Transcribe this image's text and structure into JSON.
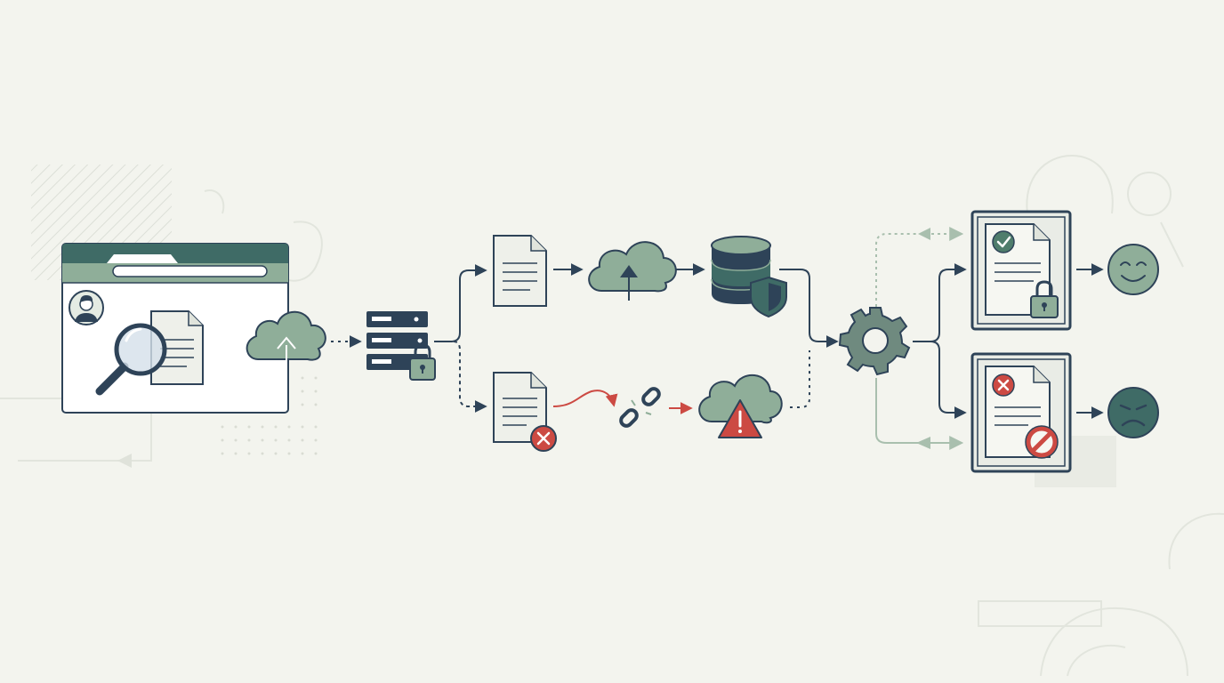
{
  "diagram": {
    "kind": "upload-pipeline-flow",
    "text_labels": [],
    "nodes": [
      {
        "id": "browser-search",
        "icon": "browser-window-with-user-magnifier-document"
      },
      {
        "id": "upload-1",
        "icon": "cloud-upload-icon"
      },
      {
        "id": "secure-server",
        "icon": "server-lock-icon"
      },
      {
        "id": "doc-ok",
        "icon": "document-icon"
      },
      {
        "id": "cloud-upload-2",
        "icon": "cloud-upload-icon"
      },
      {
        "id": "secure-db",
        "icon": "database-shield-icon"
      },
      {
        "id": "doc-error",
        "icon": "document-error-icon"
      },
      {
        "id": "broken-link",
        "icon": "broken-link-icon"
      },
      {
        "id": "cloud-warning",
        "icon": "cloud-warning-icon"
      },
      {
        "id": "processor",
        "icon": "gear-icon"
      },
      {
        "id": "approved-doc",
        "icon": "document-check-lock-icon"
      },
      {
        "id": "rejected-doc",
        "icon": "document-x-blocked-icon"
      },
      {
        "id": "happy-outcome",
        "icon": "smiley-happy-icon"
      },
      {
        "id": "sad-outcome",
        "icon": "smiley-sad-icon"
      }
    ],
    "edges": [
      {
        "from": "browser-search",
        "to": "upload-1",
        "style": "dotted"
      },
      {
        "from": "upload-1",
        "to": "secure-server",
        "style": "dotted"
      },
      {
        "from": "secure-server",
        "to": "doc-ok",
        "style": "solid"
      },
      {
        "from": "secure-server",
        "to": "doc-error",
        "style": "dashed"
      },
      {
        "from": "doc-ok",
        "to": "cloud-upload-2",
        "style": "solid"
      },
      {
        "from": "cloud-upload-2",
        "to": "secure-db",
        "style": "solid"
      },
      {
        "from": "doc-error",
        "to": "broken-link",
        "style": "solid-red"
      },
      {
        "from": "broken-link",
        "to": "cloud-warning",
        "style": "solid-red"
      },
      {
        "from": "secure-db",
        "to": "processor",
        "style": "solid"
      },
      {
        "from": "cloud-warning",
        "to": "processor",
        "style": "dotted"
      },
      {
        "from": "processor",
        "to": "approved-doc",
        "style": "solid"
      },
      {
        "from": "processor",
        "to": "rejected-doc",
        "style": "solid"
      },
      {
        "from": "approved-doc",
        "to": "happy-outcome",
        "style": "solid"
      },
      {
        "from": "rejected-doc",
        "to": "sad-outcome",
        "style": "solid"
      }
    ]
  },
  "colors": {
    "background": "#f3f4ee",
    "navy": "#2e4358",
    "teal": "#3f6b66",
    "sage": "#8fae99",
    "sage_light": "#b8ccbd",
    "paper": "#f2f3ed",
    "error_red": "#cc4a43",
    "frame_grey": "#e9ece6"
  }
}
